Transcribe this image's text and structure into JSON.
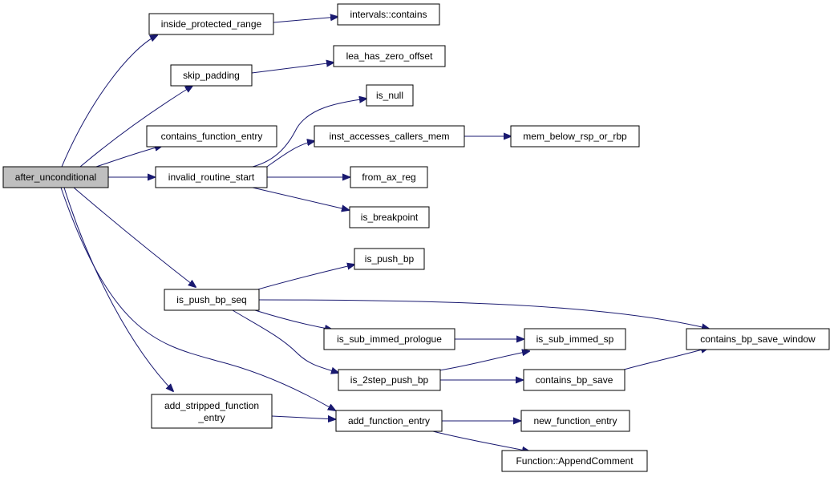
{
  "colors": {
    "edge": "#191970",
    "node_border": "#000000",
    "root_fill": "#bfbfbf",
    "node_fill": "#ffffff"
  },
  "nodes": {
    "after_unconditional": {
      "label": "after_unconditional"
    },
    "inside_protected_range": {
      "label": "inside_protected_range"
    },
    "intervals_contains": {
      "label": "intervals::contains"
    },
    "skip_padding": {
      "label": "skip_padding"
    },
    "lea_has_zero_offset": {
      "label": "lea_has_zero_offset"
    },
    "is_null": {
      "label": "is_null"
    },
    "contains_function_entry": {
      "label": "contains_function_entry"
    },
    "inst_accesses_callers_mem": {
      "label": "inst_accesses_callers_mem"
    },
    "mem_below_rsp_or_rbp": {
      "label": "mem_below_rsp_or_rbp"
    },
    "invalid_routine_start": {
      "label": "invalid_routine_start"
    },
    "from_ax_reg": {
      "label": "from_ax_reg"
    },
    "is_breakpoint": {
      "label": "is_breakpoint"
    },
    "is_push_bp": {
      "label": "is_push_bp"
    },
    "is_push_bp_seq": {
      "label": "is_push_bp_seq"
    },
    "is_sub_immed_prologue": {
      "label": "is_sub_immed_prologue"
    },
    "is_sub_immed_sp": {
      "label": "is_sub_immed_sp"
    },
    "contains_bp_save_window": {
      "label": "contains_bp_save_window"
    },
    "is_2step_push_bp": {
      "label": "is_2step_push_bp"
    },
    "contains_bp_save": {
      "label": "contains_bp_save"
    },
    "add_stripped_function_entry": {
      "label_line1": "add_stripped_function",
      "label_line2": "_entry"
    },
    "add_function_entry": {
      "label": "add_function_entry"
    },
    "new_function_entry": {
      "label": "new_function_entry"
    },
    "function_append_comment": {
      "label": "Function::AppendComment"
    }
  },
  "edges": [
    {
      "from": "after_unconditional",
      "to": "inside_protected_range"
    },
    {
      "from": "after_unconditional",
      "to": "skip_padding"
    },
    {
      "from": "after_unconditional",
      "to": "contains_function_entry"
    },
    {
      "from": "after_unconditional",
      "to": "invalid_routine_start"
    },
    {
      "from": "after_unconditional",
      "to": "is_push_bp_seq"
    },
    {
      "from": "after_unconditional",
      "to": "add_stripped_function_entry"
    },
    {
      "from": "after_unconditional",
      "to": "add_function_entry"
    },
    {
      "from": "inside_protected_range",
      "to": "intervals_contains"
    },
    {
      "from": "skip_padding",
      "to": "lea_has_zero_offset"
    },
    {
      "from": "invalid_routine_start",
      "to": "is_null"
    },
    {
      "from": "invalid_routine_start",
      "to": "inst_accesses_callers_mem"
    },
    {
      "from": "invalid_routine_start",
      "to": "from_ax_reg"
    },
    {
      "from": "invalid_routine_start",
      "to": "is_breakpoint"
    },
    {
      "from": "inst_accesses_callers_mem",
      "to": "mem_below_rsp_or_rbp"
    },
    {
      "from": "is_push_bp_seq",
      "to": "is_push_bp"
    },
    {
      "from": "is_push_bp_seq",
      "to": "contains_bp_save_window"
    },
    {
      "from": "is_push_bp_seq",
      "to": "is_sub_immed_prologue"
    },
    {
      "from": "is_push_bp_seq",
      "to": "is_2step_push_bp"
    },
    {
      "from": "is_sub_immed_prologue",
      "to": "is_sub_immed_sp"
    },
    {
      "from": "is_2step_push_bp",
      "to": "is_sub_immed_sp"
    },
    {
      "from": "is_2step_push_bp",
      "to": "contains_bp_save"
    },
    {
      "from": "contains_bp_save",
      "to": "contains_bp_save_window"
    },
    {
      "from": "add_stripped_function_entry",
      "to": "add_function_entry"
    },
    {
      "from": "add_function_entry",
      "to": "new_function_entry"
    },
    {
      "from": "add_function_entry",
      "to": "function_append_comment"
    }
  ]
}
